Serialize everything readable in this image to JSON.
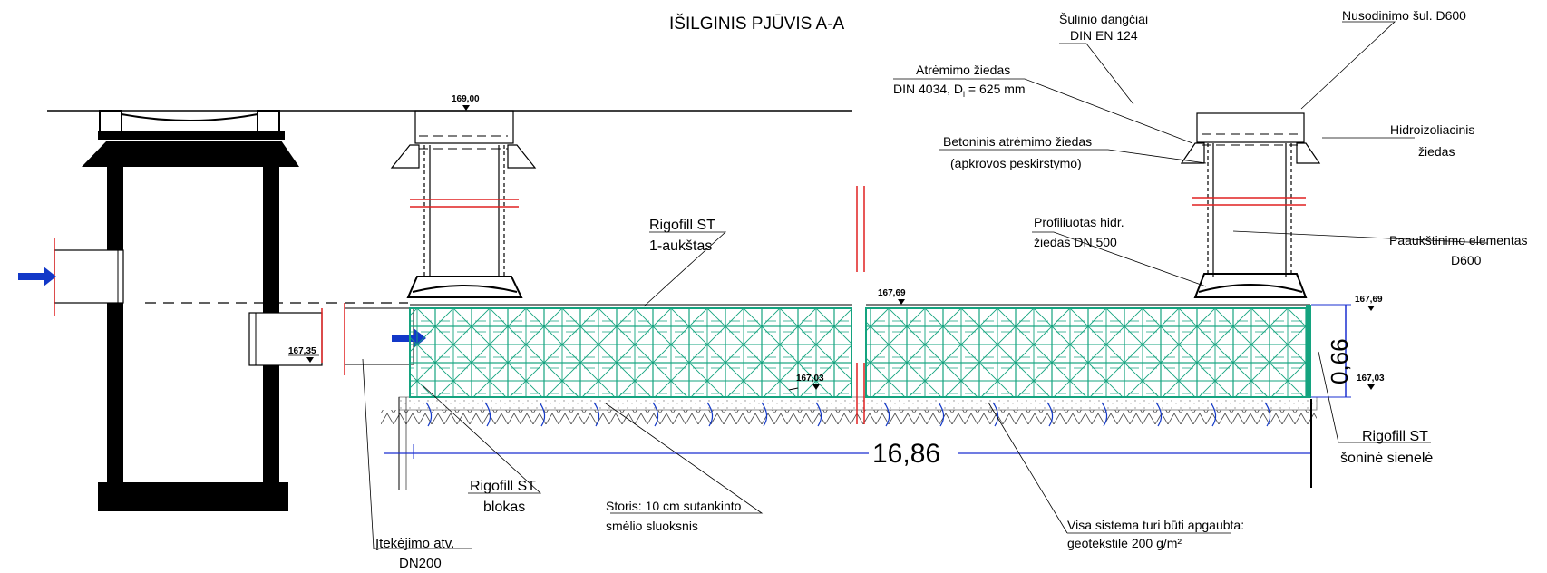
{
  "title": "IŠILGINIS PJŪVIS A-A",
  "elevations": {
    "ground": "169,00",
    "inlet": "167,35",
    "top_a": "167,69",
    "bottom_a": "167,03",
    "top_b": "167,69",
    "bottom_b": "167,03"
  },
  "dimensions": {
    "length": "16,86",
    "height": "0,66"
  },
  "labels": {
    "cover_1": "Šulinio dangčiai",
    "cover_2": "DIN EN 124",
    "settle_1": "Nusodinimo šul. D600",
    "support_ring_1": "Atrėmimo žiedas",
    "support_ring_2": "DIN 4034, D",
    "support_ring_sub": "i",
    "support_ring_3": " = 625 mm",
    "concrete_ring_1": "Betoninis atrėmimo žiedas",
    "concrete_ring_2": "(apkrovos peskirstymo)",
    "hydro_ring_1": "Hidroizoliacinis",
    "hydro_ring_2": "žiedas",
    "profiled_1": "Profiliuotas hidr.",
    "profiled_2": "žiedas  DN 500",
    "extension_1": "Paaukštinimo elementas",
    "extension_2": "D600",
    "rigofill_level_1": "Rigofill ST",
    "rigofill_level_2": "1-aukštas",
    "rigofill_side_1": "Rigofill ST",
    "rigofill_side_2": "šoninė sienelė",
    "rigofill_block_1": "Rigofill ST",
    "rigofill_block_2": "blokas",
    "sand_1": "Storis: 10 cm sutankinto",
    "sand_2": "smėlio sluoksnis",
    "geotextile_1": "Visa sistema turi būti apgaubta:",
    "geotextile_2": "geotekstile 200 g/m²",
    "inlet_1": "Įtekėjimo atv.",
    "inlet_2": "DN200"
  },
  "colors": {
    "line": "#000000",
    "crate": "#14a37f",
    "flow_arrow": "#1238c8",
    "red_mark": "#e02020",
    "dimension": "#1a2fd0"
  }
}
